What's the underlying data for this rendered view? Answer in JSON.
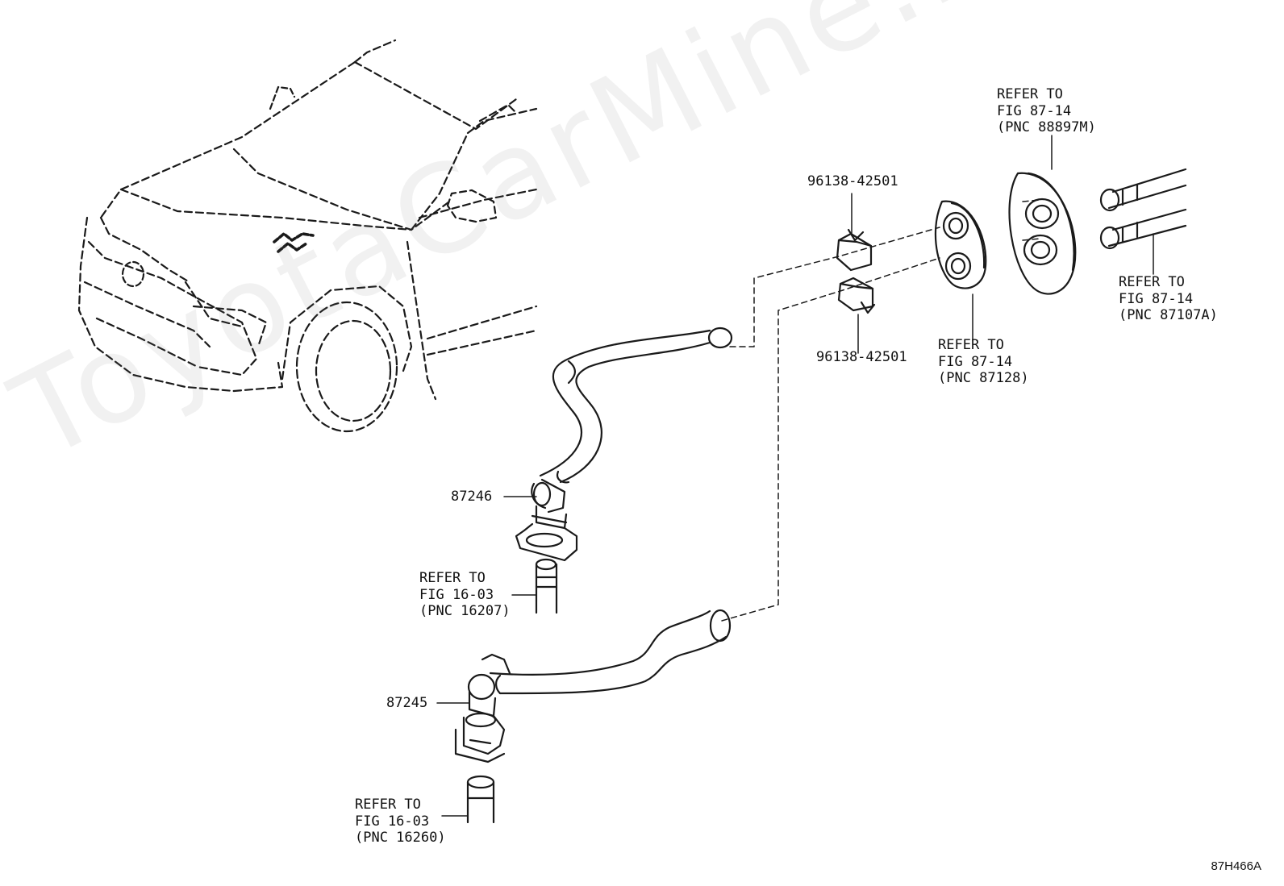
{
  "parts": {
    "clamp_upper": "96138-42501",
    "clamp_lower": "96138-42501",
    "hose_upper": "87246",
    "hose_lower": "87245"
  },
  "callouts": {
    "grommet_outer": [
      "REFER TO",
      "FIG 87-14",
      "(PNC 88897M)"
    ],
    "grommet_inner": [
      "REFER TO",
      "FIG 87-14",
      "(PNC 87128)"
    ],
    "heater_pipes": [
      "REFER TO",
      "FIG 87-14",
      "(PNC 87107A)"
    ],
    "engine_pipe_upper": [
      "REFER TO",
      "FIG 16-03",
      "(PNC 16207)"
    ],
    "engine_pipe_lower": [
      "REFER TO",
      "FIG 16-03",
      "(PNC 16260)"
    ]
  },
  "watermark": "ToyotaCarMine.ru",
  "figure_code": "87H466A"
}
